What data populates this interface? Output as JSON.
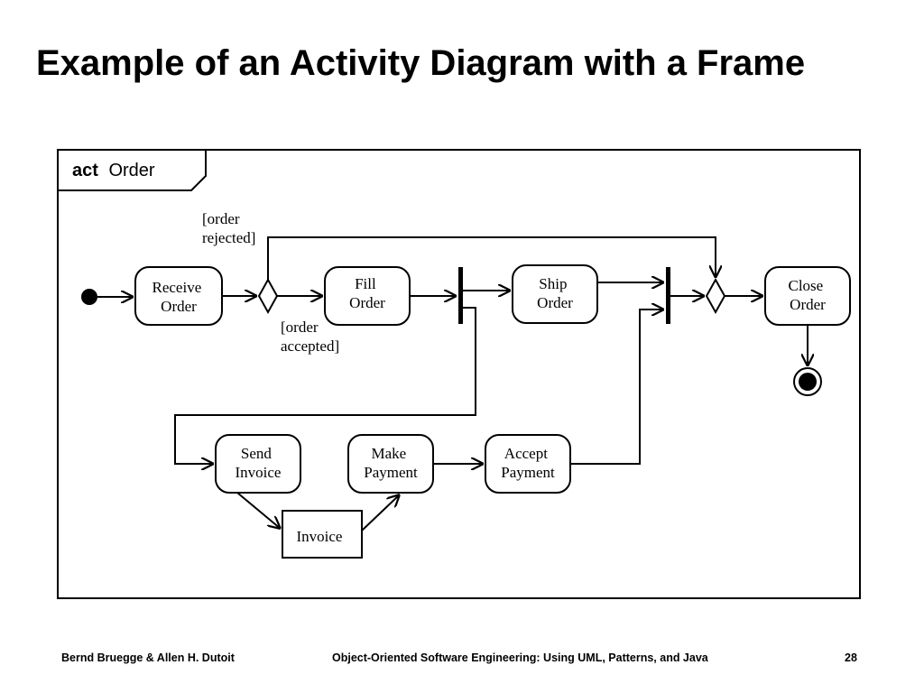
{
  "slide": {
    "title": "Example of an Activity Diagram with a Frame"
  },
  "frame": {
    "keyword": "act",
    "name": "Order"
  },
  "activities": {
    "receive_order": [
      "Receive",
      "Order"
    ],
    "fill_order": [
      "Fill",
      "Order"
    ],
    "ship_order": [
      "Ship",
      "Order"
    ],
    "close_order": [
      "Close",
      "Order"
    ],
    "send_invoice": [
      "Send",
      "Invoice"
    ],
    "make_payment": [
      "Make",
      "Payment"
    ],
    "accept_payment": [
      "Accept",
      "Payment"
    ]
  },
  "object_node": {
    "label": "Invoice"
  },
  "guards": {
    "rejected": [
      "[order",
      "rejected]"
    ],
    "accepted": [
      "[order",
      "accepted]"
    ]
  },
  "footer": {
    "authors": "Bernd Bruegge & Allen H. Dutoit",
    "book": "Object-Oriented Software Engineering: Using UML, Patterns, and Java",
    "page": "28"
  }
}
